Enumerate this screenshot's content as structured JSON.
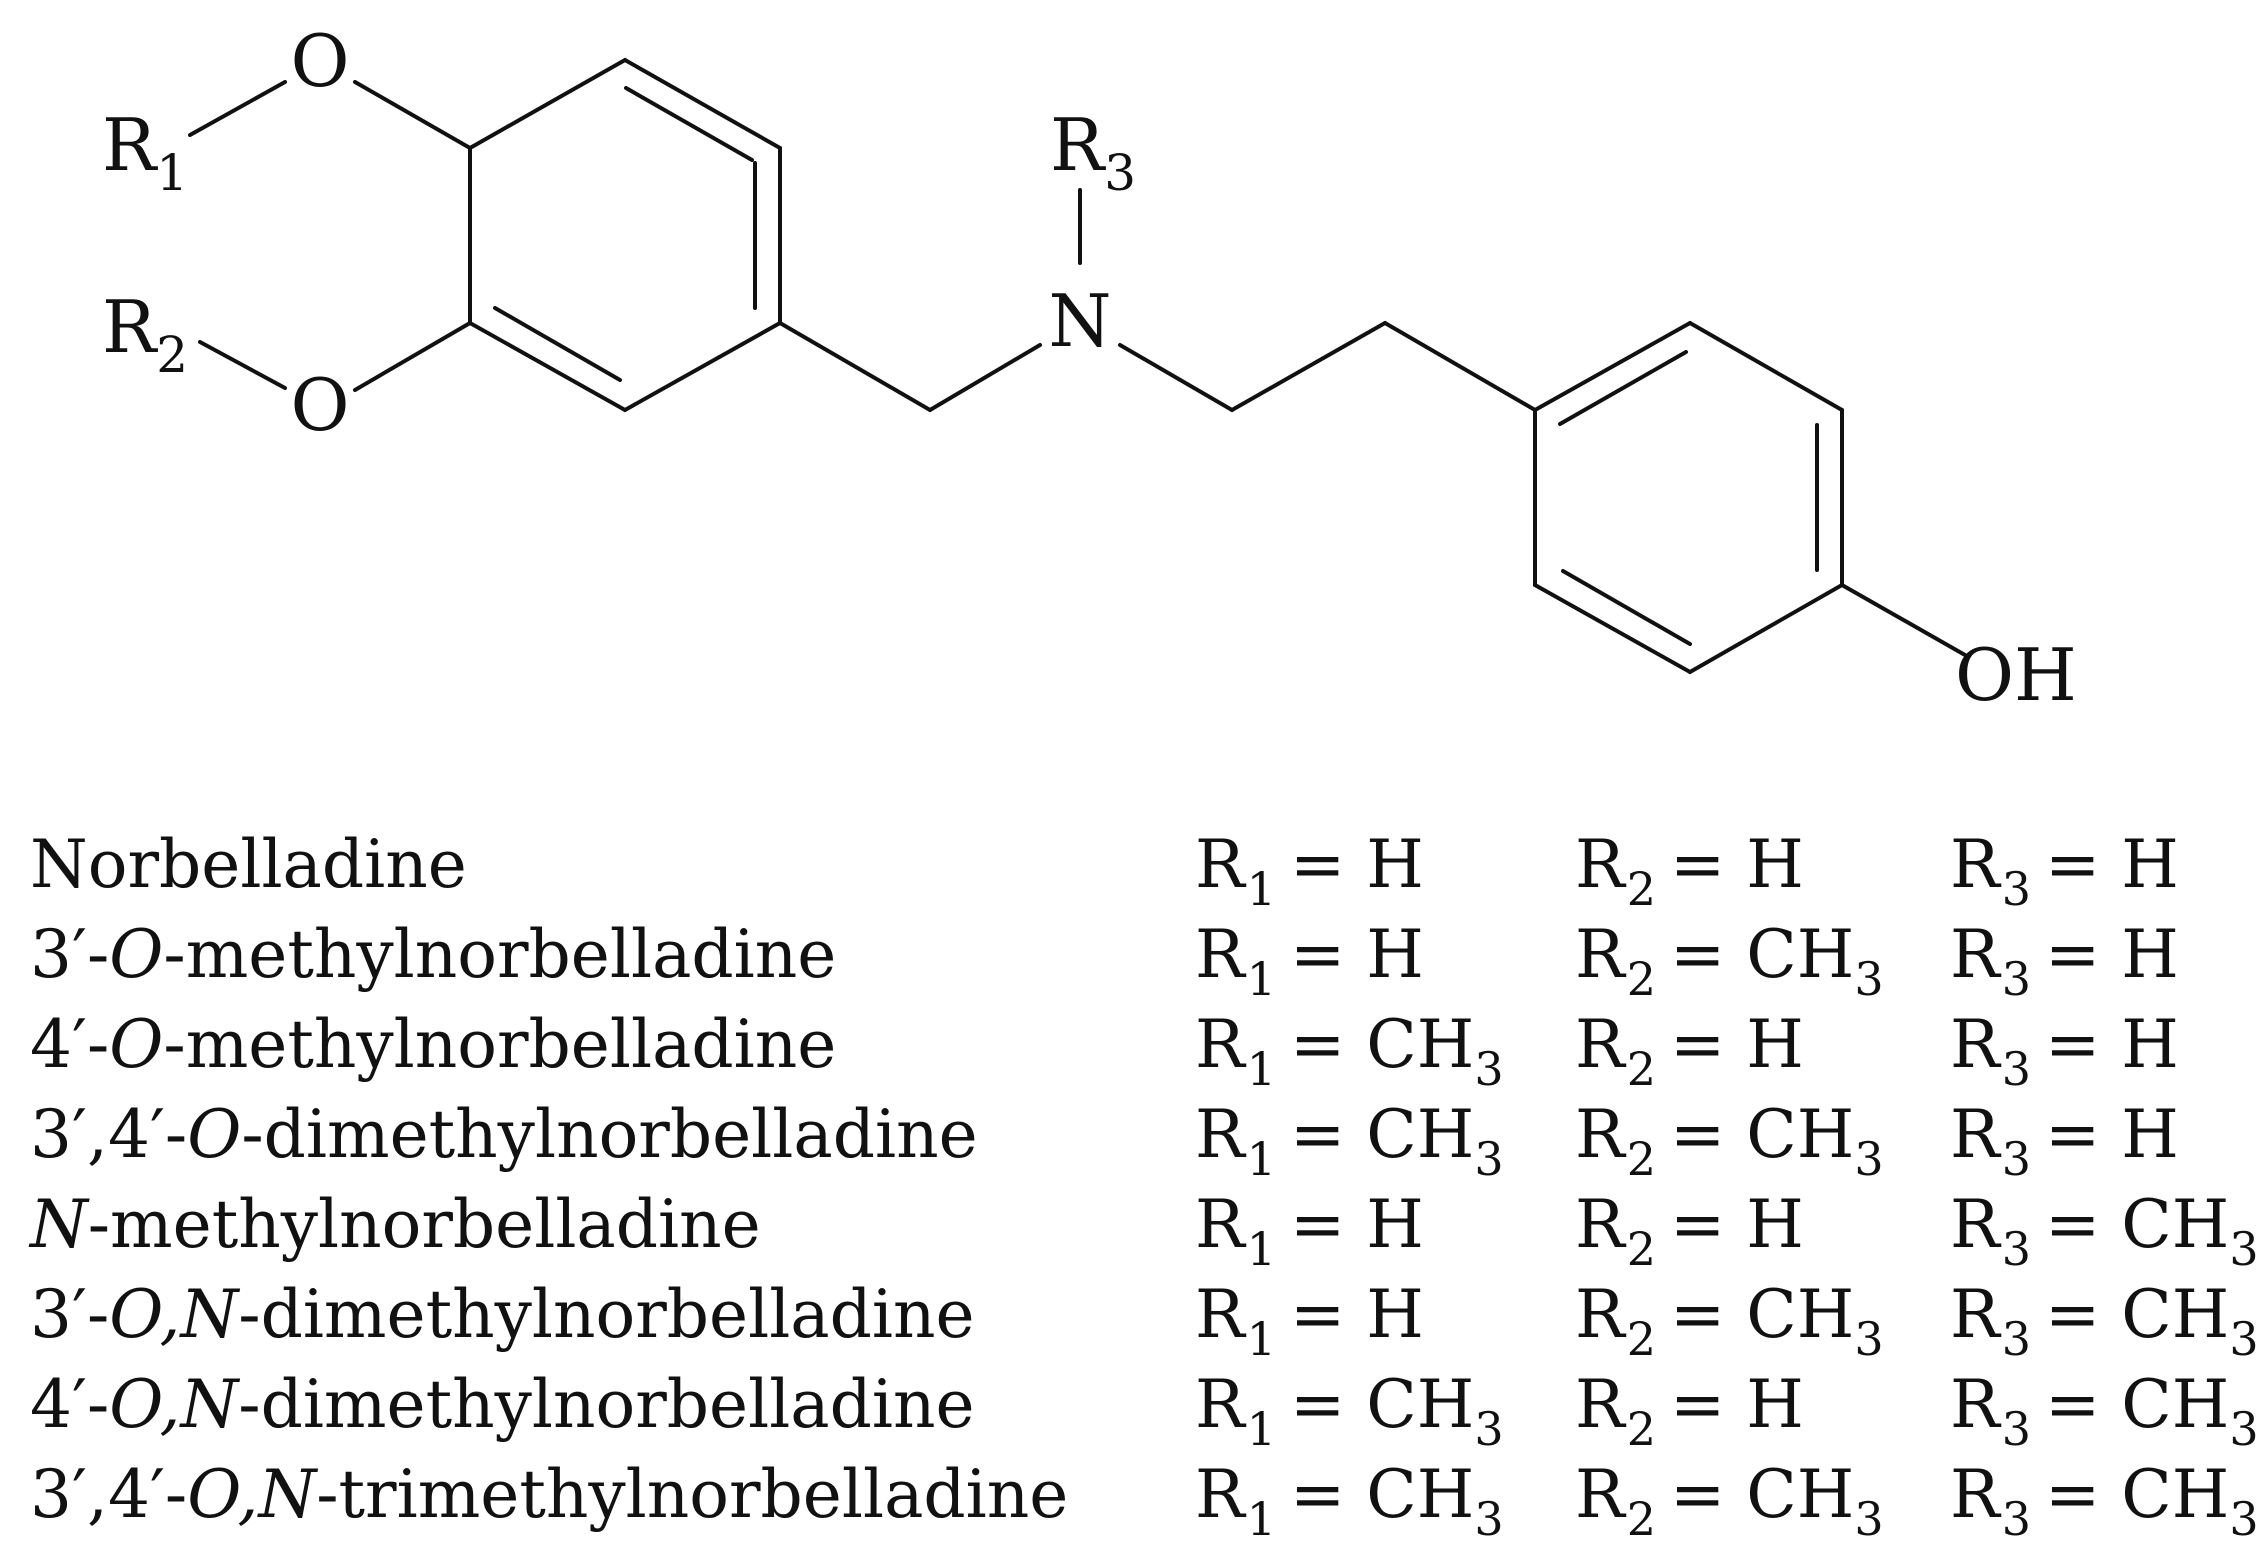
{
  "structure": {
    "atoms": {
      "o_upper": "O",
      "o_lower": "O",
      "nitrogen": "N",
      "hydroxyl": "OH",
      "r1": {
        "symbol": "R",
        "index": "1"
      },
      "r2": {
        "symbol": "R",
        "index": "2"
      },
      "r3": {
        "symbol": "R",
        "index": "3"
      }
    }
  },
  "compounds": [
    {
      "name": [
        {
          "t": "Norbelladine",
          "i": false
        }
      ],
      "r1": {
        "label": "R",
        "index": "1",
        "value": "H",
        "value_sub": ""
      },
      "r2": {
        "label": "R",
        "index": "2",
        "value": "H",
        "value_sub": ""
      },
      "r3": {
        "label": "R",
        "index": "3",
        "value": "H",
        "value_sub": ""
      }
    },
    {
      "name": [
        {
          "t": "3′-",
          "i": false
        },
        {
          "t": "O",
          "i": true
        },
        {
          "t": "-methylnorbelladine",
          "i": false
        }
      ],
      "r1": {
        "label": "R",
        "index": "1",
        "value": "H",
        "value_sub": ""
      },
      "r2": {
        "label": "R",
        "index": "2",
        "value": "CH",
        "value_sub": "3"
      },
      "r3": {
        "label": "R",
        "index": "3",
        "value": "H",
        "value_sub": ""
      }
    },
    {
      "name": [
        {
          "t": "4′-",
          "i": false
        },
        {
          "t": "O",
          "i": true
        },
        {
          "t": "-methylnorbelladine",
          "i": false
        }
      ],
      "r1": {
        "label": "R",
        "index": "1",
        "value": "CH",
        "value_sub": "3"
      },
      "r2": {
        "label": "R",
        "index": "2",
        "value": "H",
        "value_sub": ""
      },
      "r3": {
        "label": "R",
        "index": "3",
        "value": "H",
        "value_sub": ""
      }
    },
    {
      "name": [
        {
          "t": "3′,4′-",
          "i": false
        },
        {
          "t": "O",
          "i": true
        },
        {
          "t": "-dimethylnorbelladine",
          "i": false
        }
      ],
      "r1": {
        "label": "R",
        "index": "1",
        "value": "CH",
        "value_sub": "3"
      },
      "r2": {
        "label": "R",
        "index": "2",
        "value": "CH",
        "value_sub": "3"
      },
      "r3": {
        "label": "R",
        "index": "3",
        "value": "H",
        "value_sub": ""
      }
    },
    {
      "name": [
        {
          "t": "N",
          "i": true
        },
        {
          "t": "-methylnorbelladine",
          "i": false
        }
      ],
      "r1": {
        "label": "R",
        "index": "1",
        "value": "H",
        "value_sub": ""
      },
      "r2": {
        "label": "R",
        "index": "2",
        "value": "H",
        "value_sub": ""
      },
      "r3": {
        "label": "R",
        "index": "3",
        "value": "CH",
        "value_sub": "3"
      }
    },
    {
      "name": [
        {
          "t": "3′-",
          "i": false
        },
        {
          "t": "O,N",
          "i": true
        },
        {
          "t": "-dimethylnorbelladine",
          "i": false
        }
      ],
      "r1": {
        "label": "R",
        "index": "1",
        "value": "H",
        "value_sub": ""
      },
      "r2": {
        "label": "R",
        "index": "2",
        "value": "CH",
        "value_sub": "3"
      },
      "r3": {
        "label": "R",
        "index": "3",
        "value": "CH",
        "value_sub": "3"
      }
    },
    {
      "name": [
        {
          "t": "4′-",
          "i": false
        },
        {
          "t": "O,N",
          "i": true
        },
        {
          "t": "-dimethylnorbelladine",
          "i": false
        }
      ],
      "r1": {
        "label": "R",
        "index": "1",
        "value": "CH",
        "value_sub": "3"
      },
      "r2": {
        "label": "R",
        "index": "2",
        "value": "H",
        "value_sub": ""
      },
      "r3": {
        "label": "R",
        "index": "3",
        "value": "CH",
        "value_sub": "3"
      }
    },
    {
      "name": [
        {
          "t": "3′,4′-",
          "i": false
        },
        {
          "t": "O,N",
          "i": true
        },
        {
          "t": "-trimethylnorbelladine",
          "i": false
        }
      ],
      "r1": {
        "label": "R",
        "index": "1",
        "value": "CH",
        "value_sub": "3"
      },
      "r2": {
        "label": "R",
        "index": "2",
        "value": "CH",
        "value_sub": "3"
      },
      "r3": {
        "label": "R",
        "index": "3",
        "value": "CH",
        "value_sub": "3"
      }
    }
  ]
}
